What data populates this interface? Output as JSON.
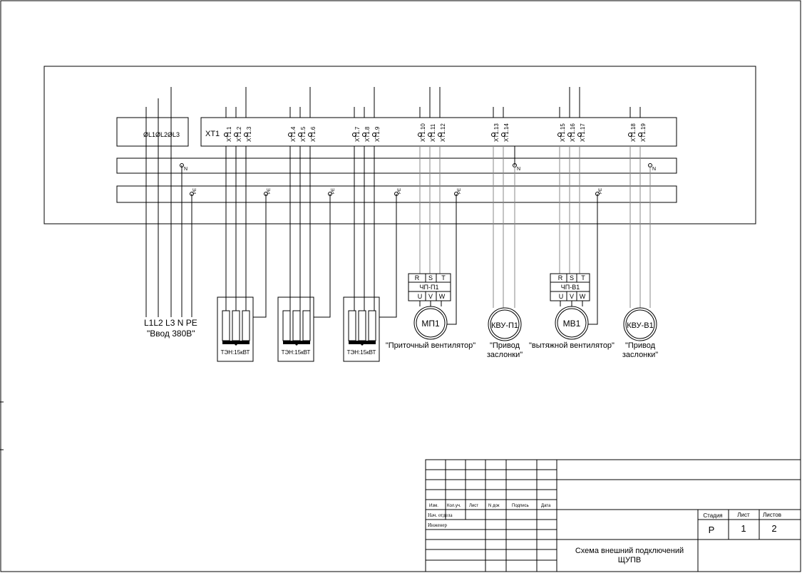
{
  "cabinet": {
    "main_breaker": {
      "label": "ØL1ØL2ØL3"
    },
    "terminal_block": {
      "label": "XT1",
      "terminals": [
        "XT1.1",
        "XT1.2",
        "XT1.3",
        "XT1.4",
        "XT1.5",
        "XT1.6",
        "XT1.7",
        "XT1.8",
        "XT1.9",
        "XT1.10",
        "XT1.11",
        "XT1.12",
        "XT1.13",
        "XT1.14",
        "XT1.15",
        "XT1.16",
        "XT1.17",
        "XT1.18",
        "XT1.19"
      ]
    },
    "n_bus_label": "N",
    "pe_bus_label": "PE"
  },
  "input": {
    "phases": "L1L2 L3 N PE",
    "title": "\"Ввод 380В\""
  },
  "heaters": [
    {
      "label": "ТЭН:15кВТ"
    },
    {
      "label": "ТЭН:15кВТ"
    },
    {
      "label": "ТЭН:15кВТ"
    }
  ],
  "vfds": [
    {
      "top": [
        "R",
        "S",
        "T"
      ],
      "name": "ЧП-П1",
      "bottom": [
        "U",
        "V",
        "W"
      ]
    },
    {
      "top": [
        "R",
        "S",
        "T"
      ],
      "name": "ЧП-В1",
      "bottom": [
        "U",
        "V",
        "W"
      ]
    }
  ],
  "motors": [
    {
      "label": "МП1",
      "caption": "\"Приточный вентилятор\""
    },
    {
      "label": "МВ1",
      "caption": "\"вытяжной вентилятор\""
    }
  ],
  "actuators": [
    {
      "label": "КВУ-П1",
      "caption_1": "\"Привод",
      "caption_2": "заслонки\""
    },
    {
      "label": "КВУ-В1",
      "caption_1": "\"Привод",
      "caption_2": "заслонки\""
    }
  ],
  "title_block": {
    "headers": {
      "izm": "Изм.",
      "kol": "Кол.уч.",
      "list": "Лист",
      "ndok": "N док",
      "podpis": "Подпись",
      "data": "Дата"
    },
    "roles": {
      "nach": "Нач. отдела",
      "eng": "Инженер"
    },
    "stage_label": "Стадия",
    "stage_value": "Р",
    "sheet_label": "Лист",
    "sheet_value": "1",
    "sheets_label": "Листов",
    "sheets_value": "2",
    "title_line1": "Схема внешний подключений",
    "title_line2": "ЩУПВ"
  }
}
